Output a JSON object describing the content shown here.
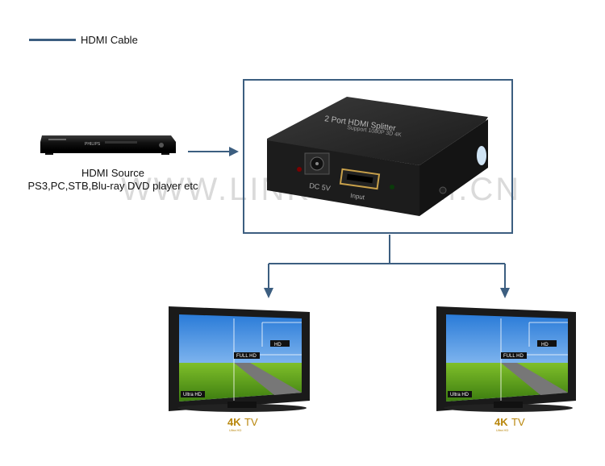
{
  "legend": {
    "label": "HDMI Cable",
    "color": "#3c5e80"
  },
  "source": {
    "title": "HDMI Source",
    "subtitle": "PS3,PC,STB,Blu-ray DVD player etc",
    "device_brand": "PHILIPS"
  },
  "splitter": {
    "top_label": "2 Port HDMI Splitter",
    "top_sublabel": "Support 1080P 3D 4K",
    "power_label": "DC 5V",
    "input_label": "Input"
  },
  "watermark": "WWW.LINK-MI.COM.CN",
  "tvs": [
    {
      "screen_labels": [
        "HD",
        "FULL HD",
        "Ultra HD"
      ],
      "badge_main": "4K",
      "badge_tv": "TV",
      "badge_small": "Ultra HD"
    },
    {
      "screen_labels": [
        "HD",
        "FULL HD",
        "Ultra HD"
      ],
      "badge_main": "4K",
      "badge_tv": "TV",
      "badge_small": "Ultra HD"
    }
  ],
  "colors": {
    "cable": "#3c5e80",
    "device": "#1e1e1e",
    "badge": "#b8860b"
  }
}
